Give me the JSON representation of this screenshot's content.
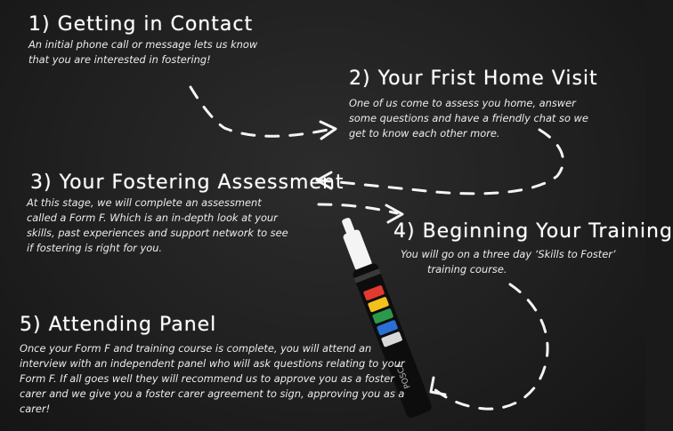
{
  "steps": [
    {
      "heading": "1) Getting in Contact",
      "lines": [
        "An initial phone call or message lets us know",
        "that you are interested in fostering!"
      ]
    },
    {
      "heading": "2) Your Frist Home Visit",
      "lines": [
        "One of us come to assess you home, answer",
        "some questions and have a friendly chat so we",
        "get to know each other more."
      ]
    },
    {
      "heading": "3) Your Fostering Assessment",
      "lines": [
        "At this stage, we will complete an assessment",
        "called a Form F. Which is an in-depth look at your",
        "skills, past experiences and support network to see",
        "if fostering is right for you."
      ]
    },
    {
      "heading": "4) Beginning Your Training",
      "lines": [
        "You will go on a three day ‘Skills to Foster’",
        "training course."
      ]
    },
    {
      "heading": "5) Attending Panel",
      "lines": [
        "Once your Form F and training course is complete, you will attend an",
        "interview with an independent panel who will ask questions relating to your",
        "Form F. If all goes well they will recommend us to approve you as a foster",
        "carer and we give you a foster carer agreement to sign, approving you as a",
        "carer!"
      ]
    }
  ],
  "marker": {
    "brand_label": "POSCA",
    "body_color": "#0d0d0d",
    "tip_color": "#f4f4f4",
    "accent_colors": [
      "#e23a2f",
      "#f2c21c",
      "#2a9a4a",
      "#2a6fd6",
      "#d8d8d8"
    ]
  },
  "colors": {
    "chalk": "#f4f4f4",
    "board": "#202020"
  }
}
